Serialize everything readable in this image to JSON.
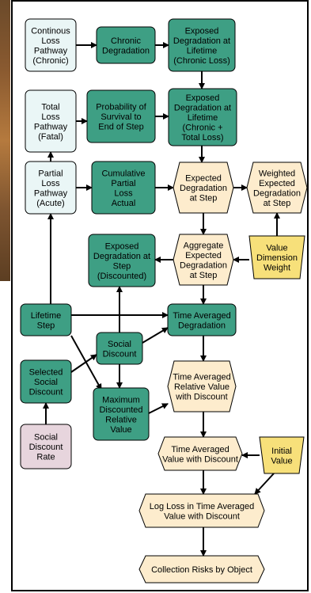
{
  "colors": {
    "teal": "#3e9f84",
    "light_blue": "#eaf6f6",
    "cream": "#fdeccd",
    "yellow": "#f7e07a",
    "mauve": "#e7d5dd",
    "photo_strip": "#8a5a30"
  },
  "nodes": {
    "continous_loss": [
      "Continous",
      "Loss",
      "Pathway",
      "(Chronic)"
    ],
    "chronic_degradation": [
      "Chronic",
      "Degradation"
    ],
    "exposed_deg_lifetime_chronic": [
      "Exposed",
      "Degradation at",
      "Lifetime",
      "(Chronic Loss)"
    ],
    "total_loss": [
      "Total",
      "Loss",
      "Pathway",
      "(Fatal)"
    ],
    "prob_survival": [
      "Probability of",
      "Survival to",
      "End of Step"
    ],
    "exposed_deg_lifetime_total": [
      "Exposed",
      "Degradation at",
      "Lifetime",
      "(Chronic +",
      "Total Loss)"
    ],
    "partial_loss": [
      "Partial",
      "Loss",
      "Pathway",
      "(Acute)"
    ],
    "cumulative_partial": [
      "Cumulative",
      "Partial",
      "Loss",
      "Actual"
    ],
    "expected_deg_step": [
      "Expected",
      "Degradation",
      "at Step"
    ],
    "weighted_expected": [
      "Weighted",
      "Expected",
      "Degradation",
      "at Step"
    ],
    "exposed_deg_step_disc": [
      "Exposed",
      "Degradation at",
      "Step",
      "(Discounted)"
    ],
    "aggregate_expected": [
      "Aggregate",
      "Expected",
      "Degradation",
      "at Step"
    ],
    "value_dimension_weight": [
      "Value",
      "Dimension",
      "Weight"
    ],
    "lifetime_step": [
      "Lifetime",
      "Step"
    ],
    "time_averaged_deg": [
      "Time Averaged",
      "Degradation"
    ],
    "social_discount": [
      "Social",
      "Discount"
    ],
    "selected_social_discount": [
      "Selected",
      "Social",
      "Discount"
    ],
    "time_avg_relative": [
      "Time Averaged",
      "Relative Value",
      "with Discount"
    ],
    "max_discounted": [
      "Maximum",
      "Discounted",
      "Relative",
      "Value"
    ],
    "social_discount_rate": [
      "Social",
      "Discount",
      "Rate"
    ],
    "time_avg_value": [
      "Time Averaged",
      "Value with Discount"
    ],
    "initial_value": [
      "Initial",
      "Value"
    ],
    "log_loss": [
      "Log Loss in Time Averaged",
      "Value with Discount"
    ],
    "collection_risks": [
      "Collection Risks by Object"
    ]
  }
}
